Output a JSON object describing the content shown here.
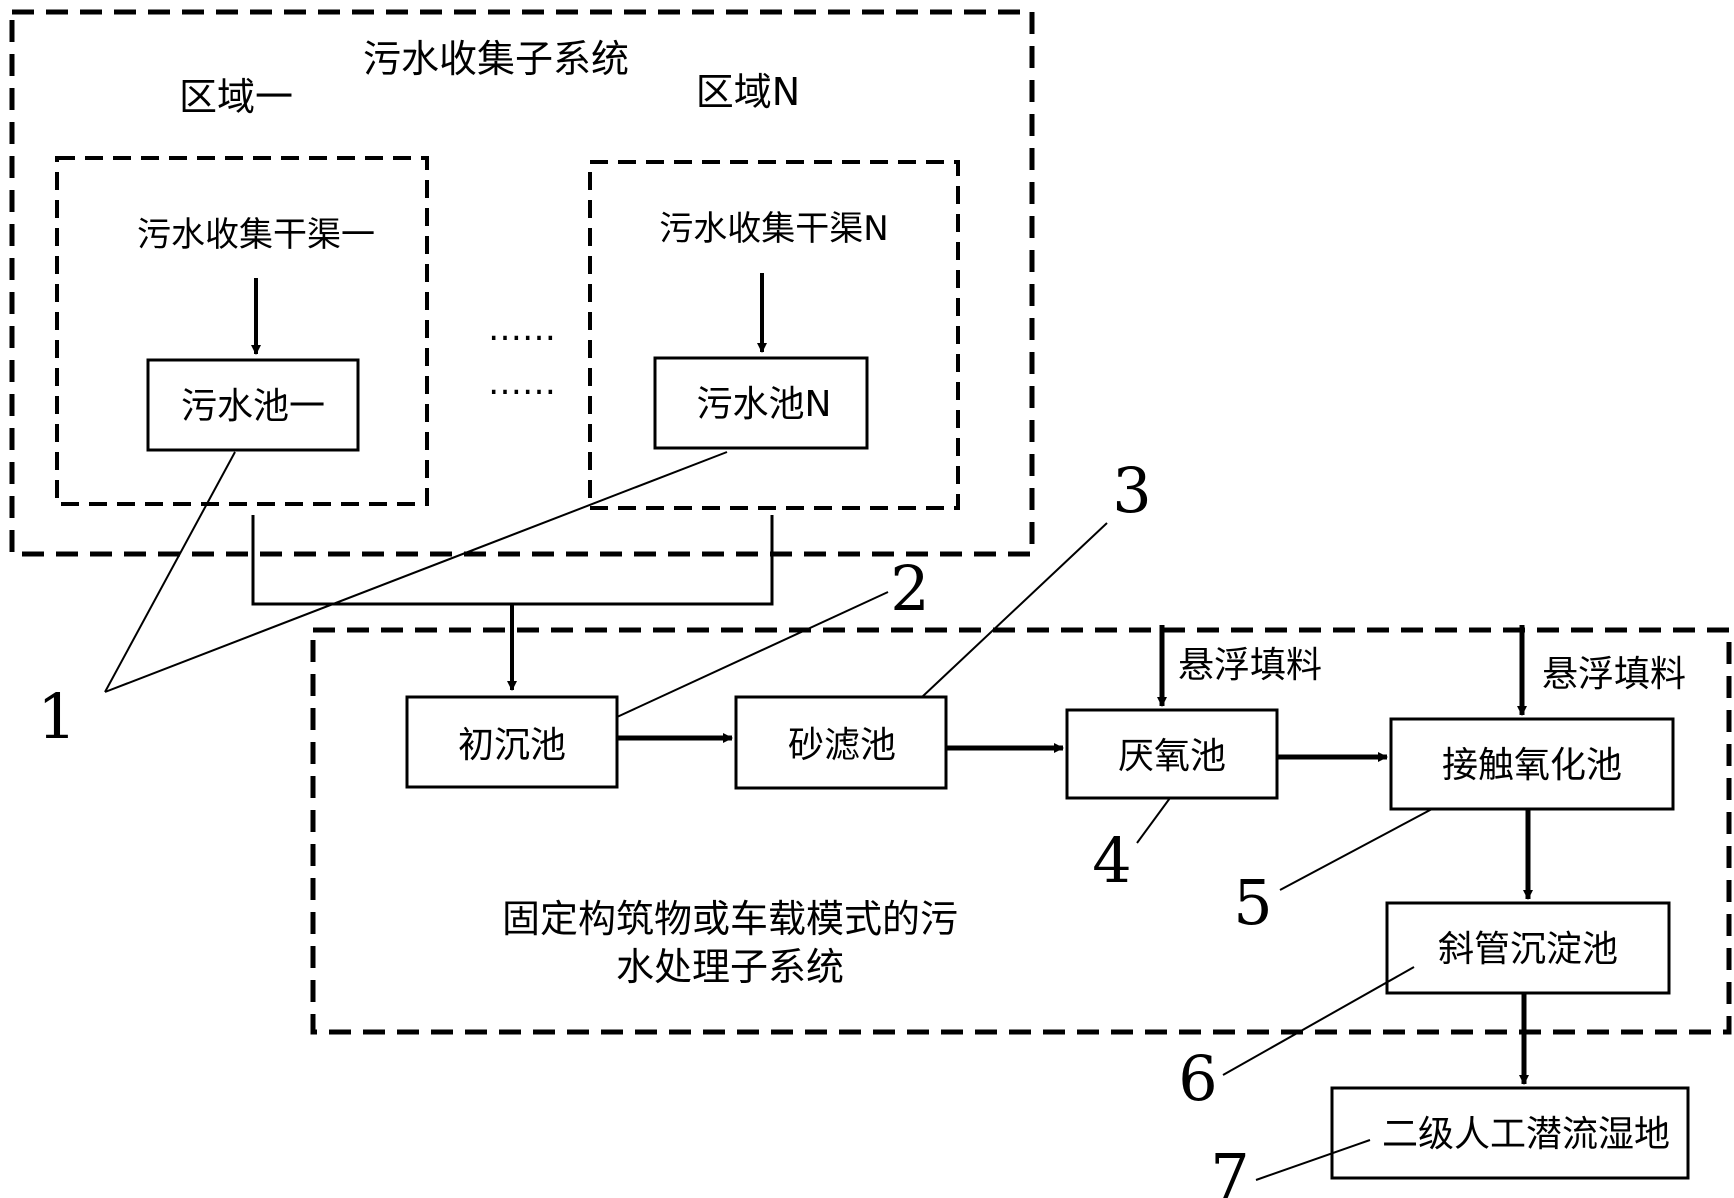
{
  "collection": {
    "title": "污水收集子系统",
    "region_first": "区域一",
    "region_n": "区域N",
    "channel_first": "污水收集干渠一",
    "channel_n": "污水收集干渠N",
    "tank_first": "污水池一",
    "tank_n": "污水池N",
    "dots": "……"
  },
  "treatment": {
    "title_line1": "固定构筑物或车载模式的污",
    "title_line2": "水处理子系统",
    "primary": "初沉池",
    "sand_filter": "砂滤池",
    "anaerobic": "厌氧池",
    "contact_oxidation": "接触氧化池",
    "inclined_tube": "斜管沉淀池",
    "filler_1": "悬浮填料",
    "filler_2": "悬浮填料"
  },
  "wetland": "二级人工潜流湿地",
  "callouts": [
    "1",
    "2",
    "3",
    "4",
    "5",
    "6",
    "7"
  ]
}
